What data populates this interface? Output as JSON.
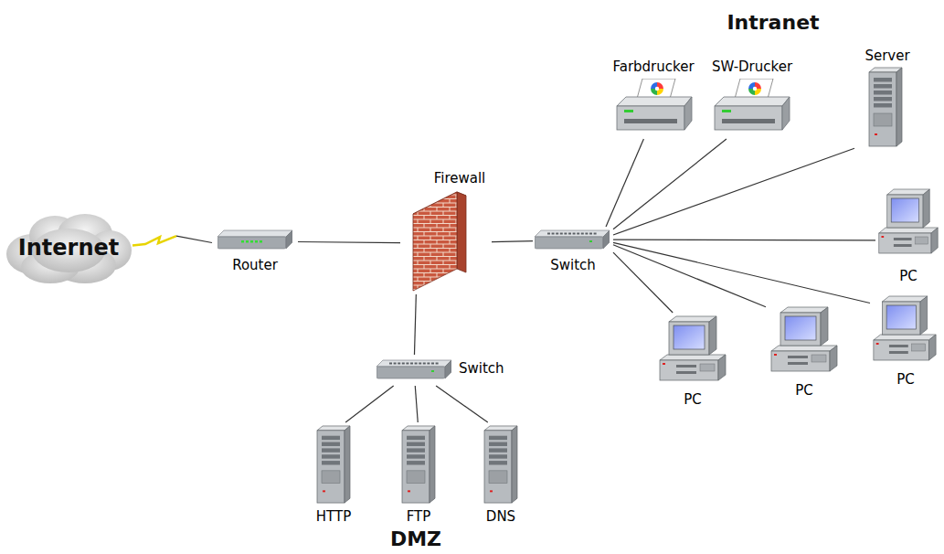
{
  "diagram": {
    "nodes": [
      {
        "text": [
          "Internet"
        ]
      },
      {
        "text": [
          "Router"
        ]
      },
      {
        "text": [
          "Firewall"
        ]
      },
      {
        "text": [
          "Switch"
        ]
      },
      {
        "text": [
          "Farbdrucker"
        ]
      },
      {
        "text": [
          "SW-Drucker"
        ]
      },
      {
        "text": [
          "Server"
        ]
      },
      {
        "text": [
          "PC"
        ]
      },
      {
        "text": [
          "PC"
        ]
      },
      {
        "text": [
          "PC"
        ]
      },
      {
        "text": [
          "PC"
        ]
      },
      {
        "text": [
          "Switch"
        ]
      },
      {
        "text": [
          "HTTP"
        ]
      },
      {
        "text": [
          "FTP"
        ]
      },
      {
        "text": [
          "DNS"
        ]
      }
    ],
    "edges": [
      {
        "from": 0,
        "to": 1,
        "arrow": "none"
      },
      {
        "from": 1,
        "to": 2,
        "arrow": "none"
      },
      {
        "from": 2,
        "to": 3,
        "arrow": "none"
      },
      {
        "from": 3,
        "to": 4,
        "arrow": "none"
      },
      {
        "from": 3,
        "to": 5,
        "arrow": "none"
      },
      {
        "from": 3,
        "to": 6,
        "arrow": "none"
      },
      {
        "from": 3,
        "to": 7,
        "arrow": "none"
      },
      {
        "from": 3,
        "to": 8,
        "arrow": "none"
      },
      {
        "from": 3,
        "to": 9,
        "arrow": "none"
      },
      {
        "from": 3,
        "to": 10,
        "arrow": "none"
      },
      {
        "from": 2,
        "to": 11,
        "arrow": "none"
      },
      {
        "from": 11,
        "to": 12,
        "arrow": "none"
      },
      {
        "from": 11,
        "to": 13,
        "arrow": "none"
      },
      {
        "from": 11,
        "to": 14,
        "arrow": "none"
      }
    ],
    "labels": [
      "Intranet",
      "DMZ"
    ]
  }
}
